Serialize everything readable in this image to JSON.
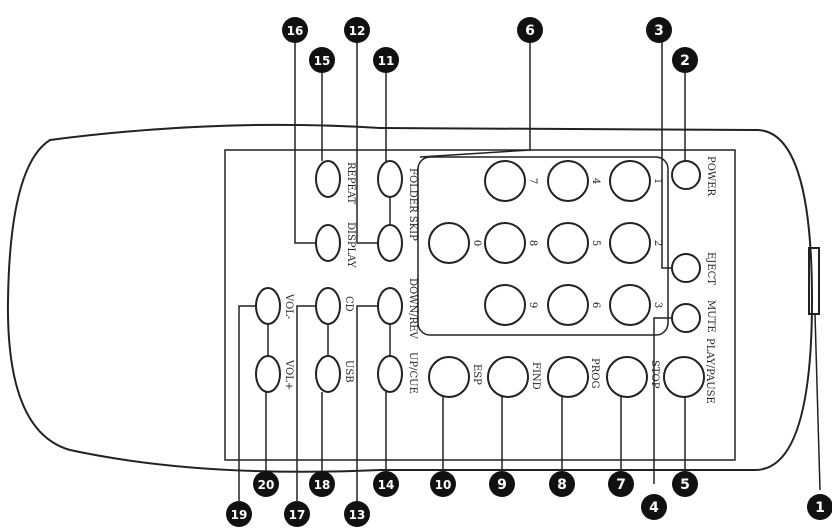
{
  "button_labels": {
    "power": "POWER",
    "eject": "EJECT",
    "mute": "MUTE",
    "play_pause": "PLAY/PAUSE",
    "stop": "STOP",
    "prog": "PROG",
    "find": "FIND",
    "esp": "ESP",
    "folder_skip_up": "FOLDER SKIP",
    "down_rev": "DOWN/REV",
    "up_cue": "UP/CUE",
    "repeat": "REPEAT",
    "display": "DISPLAY",
    "cd": "CD",
    "usb": "USB",
    "vol_minus": "VOL-",
    "vol_plus": "VOL+"
  },
  "digits": {
    "d1": "1",
    "d2": "2",
    "d3": "3",
    "d4": "4",
    "d5": "5",
    "d6": "6",
    "d7": "7",
    "d8": "8",
    "d9": "9",
    "d0": "0"
  },
  "callouts": {
    "c1": "1",
    "c2": "2",
    "c3": "3",
    "c4": "4",
    "c5": "5",
    "c6": "6",
    "c7": "7",
    "c8": "8",
    "c9": "9",
    "c10": "10",
    "c11": "11",
    "c12": "12",
    "c13": "13",
    "c14": "14",
    "c15": "15",
    "c16": "16",
    "c17": "17",
    "c18": "18",
    "c19": "19",
    "c20": "20"
  },
  "colors": {
    "line": "#222222",
    "callout_fill": "#111111"
  }
}
